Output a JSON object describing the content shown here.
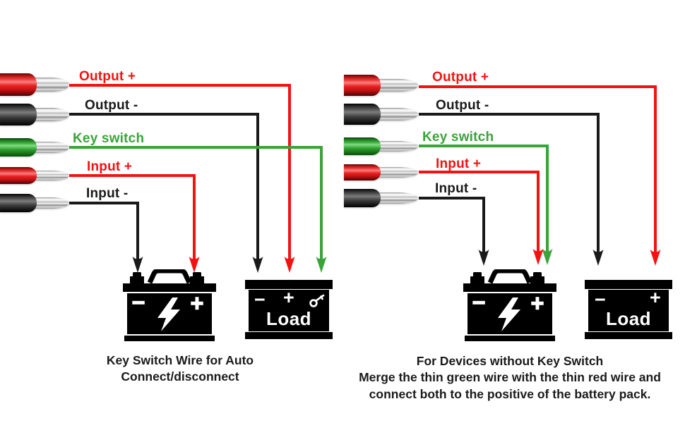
{
  "palette": {
    "red": "#f31212",
    "green": "#3aa43a",
    "black": "#1a1a1a"
  },
  "diagrams": [
    {
      "side": "left",
      "wires": [
        {
          "label": "Output +",
          "color": "red"
        },
        {
          "label": "Output -",
          "color": "black"
        },
        {
          "label": "Key switch",
          "color": "green"
        },
        {
          "label": "Input +",
          "color": "red"
        },
        {
          "label": "Input -",
          "color": "black"
        }
      ],
      "battery": {
        "minus": "−",
        "plus": "+"
      },
      "load": {
        "minus": "−",
        "plus": "+",
        "label": "Load",
        "key_icon": true
      },
      "caption": [
        "Key Switch Wire for Auto",
        "Connect/disconnect"
      ]
    },
    {
      "side": "right",
      "wires": [
        {
          "label": "Output +",
          "color": "red"
        },
        {
          "label": "Output -",
          "color": "black"
        },
        {
          "label": "Key switch",
          "color": "green"
        },
        {
          "label": "Input +",
          "color": "red"
        },
        {
          "label": "Input -",
          "color": "black"
        }
      ],
      "battery": {
        "minus": "−",
        "plus": "+"
      },
      "load": {
        "minus": "−",
        "plus": "+",
        "label": "Load",
        "key_icon": false
      },
      "caption": [
        "For Devices without Key Switch",
        "Merge the thin green wire with the thin red wire and",
        "connect both to the positive of the battery pack."
      ]
    }
  ]
}
